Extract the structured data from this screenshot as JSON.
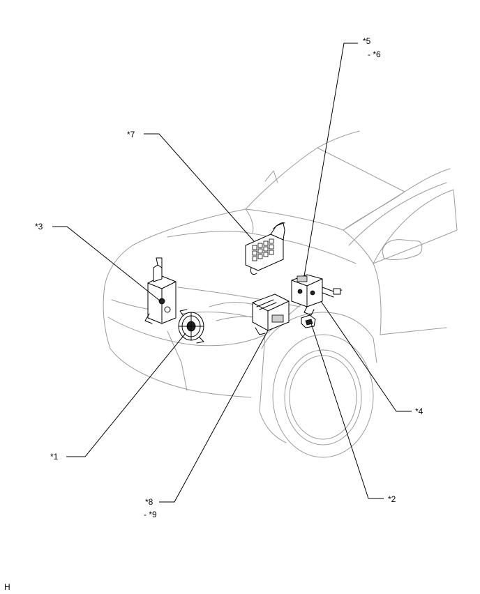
{
  "callouts": {
    "c1": "*1",
    "c2": "*2",
    "c3": "*3",
    "c4": "*4",
    "c5": "*5",
    "c6": "- *6",
    "c7": "*7",
    "c8": "*8",
    "c9": "- *9"
  },
  "footer": {
    "code": "H"
  }
}
